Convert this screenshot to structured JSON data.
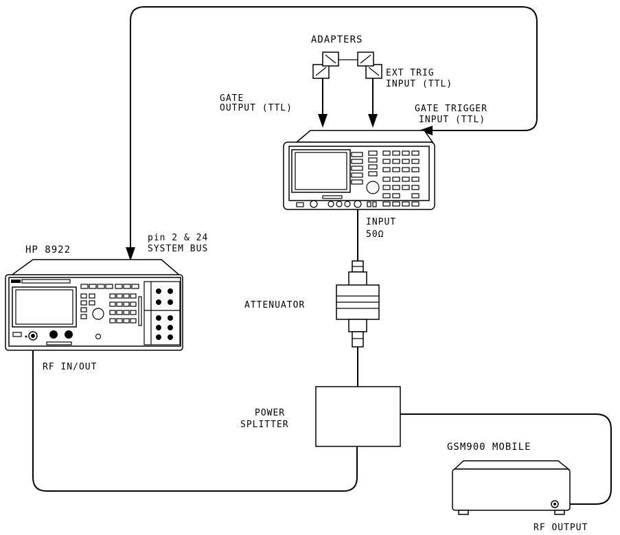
{
  "labels": {
    "adapters": "ADAPTERS",
    "ext_trig_1": "EXT TRIG",
    "ext_trig_2": "INPUT (TTL)",
    "gate_out_1": "GATE",
    "gate_out_2": "OUTPUT (TTL)",
    "gate_trig_1": "GATE TRIGGER",
    "gate_trig_2": "INPUT (TTL)",
    "input_1": "INPUT",
    "input_2": "50Ω",
    "hp8922": "HP 8922",
    "pin_1": "pin 2 & 24",
    "pin_2": "SYSTEM BUS",
    "attenuator": "ATTENUATOR",
    "rf_inout": "RF IN/OUT",
    "power_1": "POWER",
    "power_2": "SPLITTER",
    "gsm_mobile": "GSM900 MOBILE",
    "rf_output": "RF OUTPUT"
  }
}
